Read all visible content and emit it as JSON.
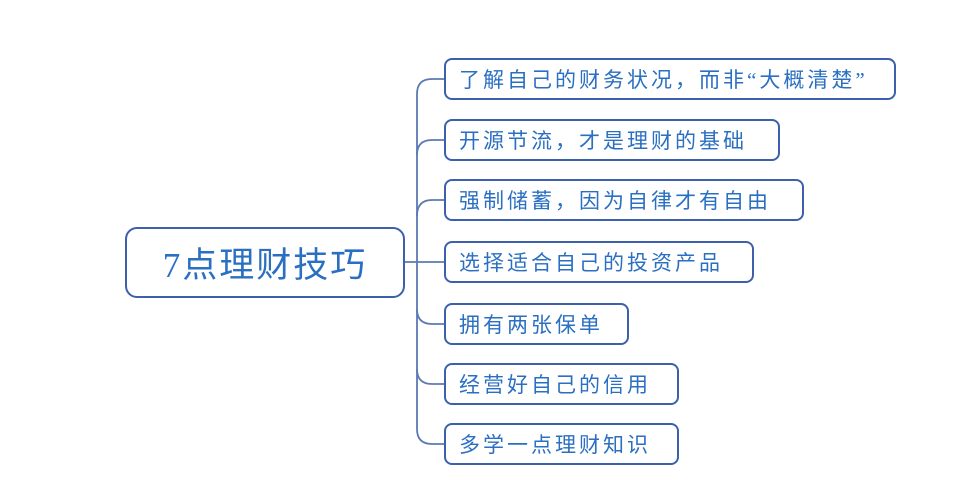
{
  "root": {
    "label": "7点理财技巧"
  },
  "branches": [
    {
      "label": "了解自己的财务状况，而非“大概清楚”"
    },
    {
      "label": "开源节流，才是理财的基础"
    },
    {
      "label": "强制储蓄，因为自律才有自由"
    },
    {
      "label": "选择适合自己的投资产品"
    },
    {
      "label": "拥有两张保单"
    },
    {
      "label": "经营好自己的信用"
    },
    {
      "label": "多学一点理财知识"
    }
  ],
  "colors": {
    "node_border": "#3c60ab",
    "node_text": "#2a6fc2",
    "connector": "#5b7ab2",
    "background": "#ffffff"
  }
}
